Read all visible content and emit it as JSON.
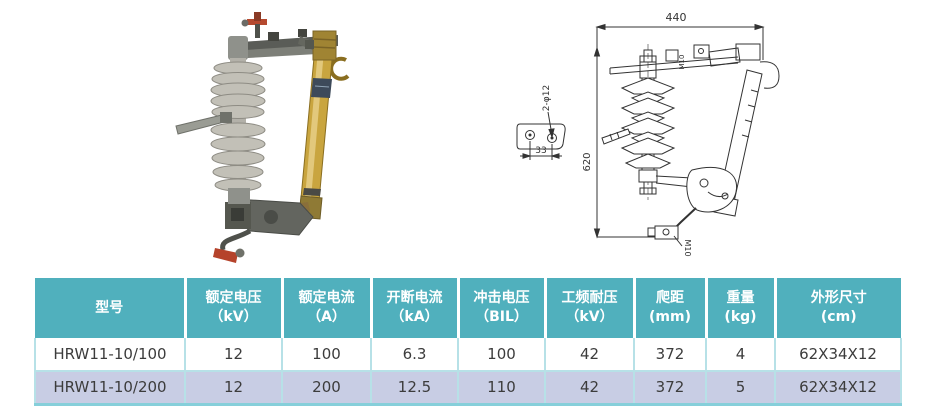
{
  "product": {
    "image_alt": "HRW11 dropout fuse cutout product photo"
  },
  "diagram": {
    "width_dim": "440",
    "height_dim": "620",
    "hole_pitch_dim": "33",
    "holes_label": "2-φ12",
    "top_thread_label": "M10",
    "bottom_thread_label": "M10"
  },
  "table": {
    "headers": [
      {
        "line1": "型号",
        "line2": ""
      },
      {
        "line1": "额定电压",
        "line2": "（kV）"
      },
      {
        "line1": "额定电流",
        "line2": "（A）"
      },
      {
        "line1": "开断电流",
        "line2": "（kA）"
      },
      {
        "line1": "冲击电压",
        "line2": "（BIL）"
      },
      {
        "line1": "工频耐压",
        "line2": "（kV）"
      },
      {
        "line1": "爬距",
        "line2": "(mm)"
      },
      {
        "line1": "重量",
        "line2": "(kg)"
      },
      {
        "line1": "外形尺寸",
        "line2": "(cm)"
      }
    ],
    "rows": [
      [
        "HRW11-10/100",
        "12",
        "100",
        "6.3",
        "100",
        "42",
        "372",
        "4",
        "62X34X12"
      ],
      [
        "HRW11-10/200",
        "12",
        "200",
        "12.5",
        "110",
        "42",
        "372",
        "5",
        "62X34X12"
      ]
    ]
  },
  "colors": {
    "header_bg": "#50b0bd",
    "row_bg": "#ffffff",
    "row_alt_bg": "#c8cde4",
    "grid_line": "#b7e1e7",
    "header_text": "#ffffff",
    "body_text": "#3c3c3c"
  }
}
